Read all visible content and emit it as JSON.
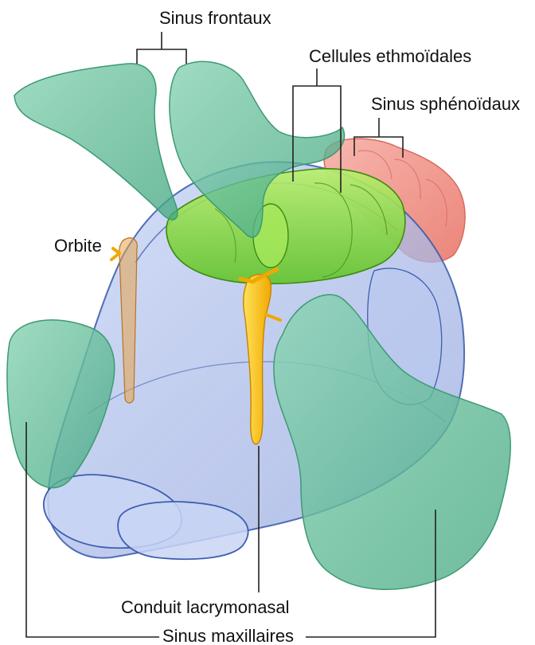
{
  "labels": {
    "sinus_frontaux": "Sinus frontaux",
    "cellules_ethmoidales": "Cellules ethmoïdales",
    "sinus_sphenoidaux": "Sinus sphénoïdaux",
    "orbite": "Orbite",
    "conduit_lacrymonasal": "Conduit lacrymonasal",
    "sinus_maxillaires": "Sinus maxillaires"
  },
  "colors": {
    "frontal_sinus": "#6fc3a0",
    "maxillary_sinus": "#6fc3a0",
    "ethmoid_cells": "#7ed93a",
    "sphenoid_sinus": "#f08a7f",
    "nasal_cavity": "#a9b9e8",
    "cavity_outline": "#3d5fb0",
    "lacrimal_duct": "#f5c518",
    "orbit": "#e8a24a",
    "leader_lines": "#222222"
  }
}
